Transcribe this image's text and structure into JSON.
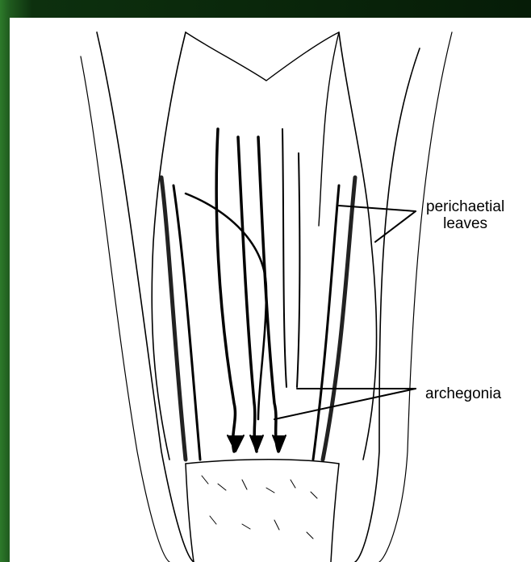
{
  "labels": {
    "perichaetial_line1": "perichaetial",
    "perichaetial_line2": "leaves",
    "archegonia": "archegonia"
  },
  "colors": {
    "frame_green": "#1f5a1e",
    "panel_background": "#ffffff",
    "ink": "#000000"
  }
}
